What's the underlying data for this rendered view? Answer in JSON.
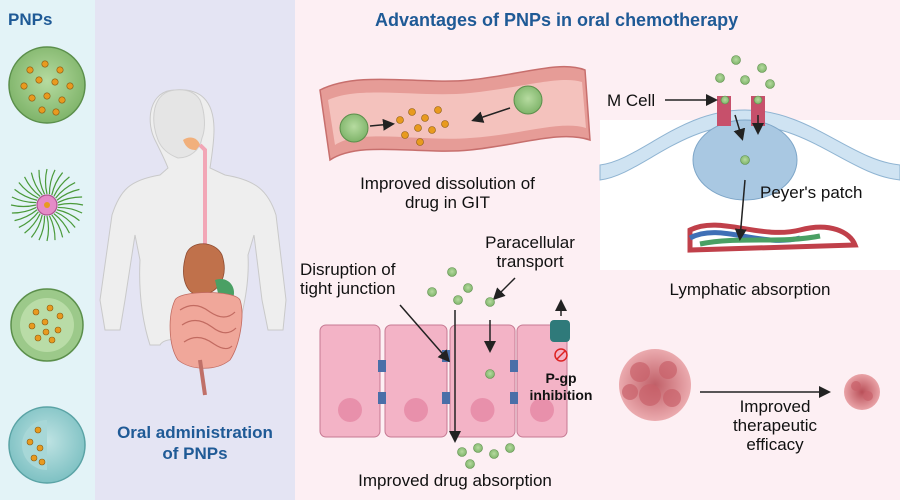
{
  "left_panel": {
    "title": "PNPs",
    "particles": [
      "solid-nanoparticle",
      "micelle",
      "nanosphere",
      "nanocapsule"
    ]
  },
  "middle_panel": {
    "caption_line1": "Oral administration",
    "caption_line2": "of PNPs"
  },
  "right_panel": {
    "title": "Advantages of PNPs in oral chemotherapy",
    "dissolution": {
      "line1": "Improved dissolution of",
      "line2": "drug in GIT"
    },
    "lymphatic": {
      "m_cell": "M Cell",
      "peyers_patch": "Peyer's patch",
      "caption": "Lymphatic absorption"
    },
    "absorption": {
      "tight_junction_line1": "Disruption of",
      "tight_junction_line2": "tight junction",
      "paracellular_line1": "Paracellular",
      "paracellular_line2": "transport",
      "pgp_line1": "P-gp",
      "pgp_line2": "inhibition",
      "caption": "Improved drug absorption"
    },
    "efficacy": {
      "line1": "Improved",
      "line2": "therapeutic",
      "line3": "efficacy"
    }
  },
  "colors": {
    "title_blue": "#1f5a96",
    "particle_green": "#8fc27a",
    "drug_orange": "#e89a1f",
    "cell_pink": "#f3b3c6",
    "tumor_red": "#c9616a"
  }
}
